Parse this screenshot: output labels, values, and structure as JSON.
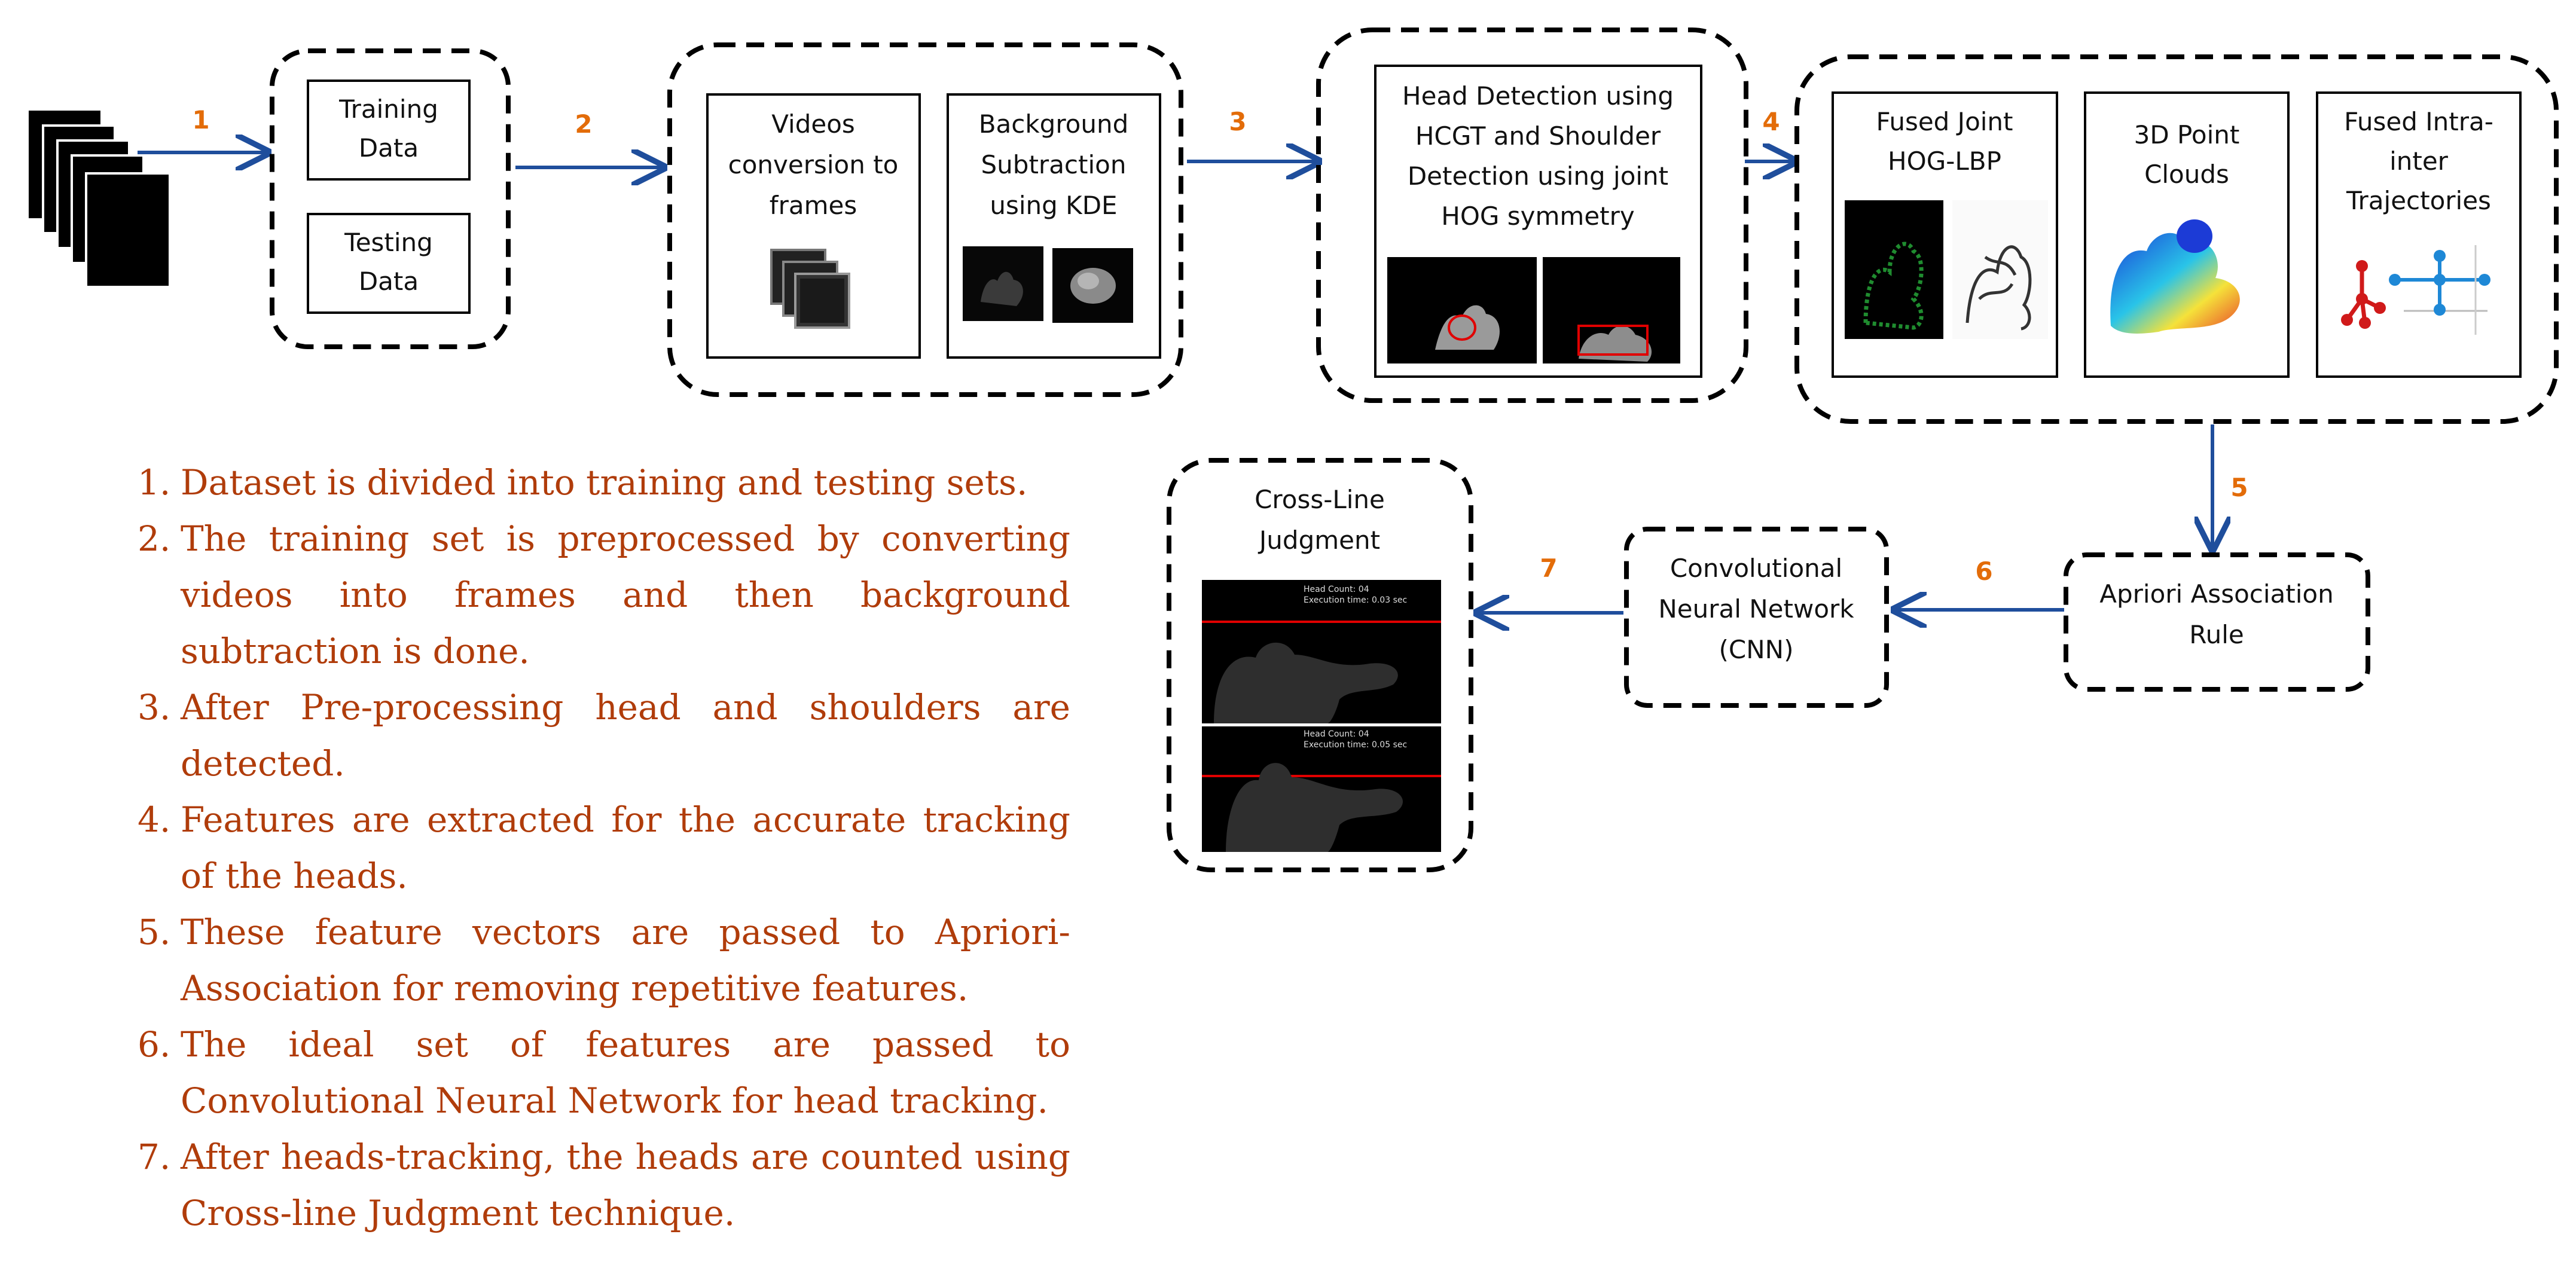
{
  "colors": {
    "arrow": "#1f4e9c",
    "step_number": "#e36c09",
    "list_text": "#b03c0a",
    "box_border": "#000000"
  },
  "arrows": {
    "a1": "1",
    "a2": "2",
    "a3": "3",
    "a4": "4",
    "a5": "5",
    "a6": "6",
    "a7": "7"
  },
  "data_box": {
    "training": [
      "Training",
      "Data"
    ],
    "testing": [
      "Testing",
      "Data"
    ]
  },
  "preprocess": {
    "videos": [
      "Videos",
      "conversion to",
      "frames"
    ],
    "background": [
      "Background",
      "Subtraction",
      "using KDE"
    ]
  },
  "detection": {
    "title": [
      "Head Detection using",
      "HCGT and Shoulder",
      "Detection using joint",
      "HOG symmetry"
    ]
  },
  "features": {
    "hog_lbp": [
      "Fused Joint",
      "HOG-LBP"
    ],
    "point_clouds": [
      "3D Point",
      "Clouds"
    ],
    "trajectories": [
      "Fused Intra-",
      "inter",
      "Trajectories"
    ]
  },
  "apriori": [
    "Apriori Association",
    "Rule"
  ],
  "cnn": [
    "Convolutional",
    "Neural Network",
    "(CNN)"
  ],
  "crossline": {
    "title": [
      "Cross-Line",
      "Judgment"
    ],
    "frame1": [
      "Head Count: 04",
      "Execution time: 0.03 sec"
    ],
    "frame2": [
      "Head Count: 04",
      "Execution time: 0.05 sec"
    ]
  },
  "steps": [
    {
      "num": "1.",
      "text": "Dataset is divided into training and testing sets."
    },
    {
      "num": "2.",
      "text": "The training set is preprocessed by converting videos into frames and then background subtraction is done."
    },
    {
      "num": "3.",
      "text": "After Pre-processing head and shoulders are detected."
    },
    {
      "num": "4.",
      "text": "Features are extracted for the accurate tracking of the heads."
    },
    {
      "num": "5.",
      "text": "These feature vectors are passed to Apriori-Association for removing repetitive features."
    },
    {
      "num": "6.",
      "text": "The ideal set of features are passed to Convolutional Neural Network for head tracking."
    },
    {
      "num": "7.",
      "text": "After heads-tracking, the heads are counted using Cross-line Judgment technique."
    }
  ]
}
